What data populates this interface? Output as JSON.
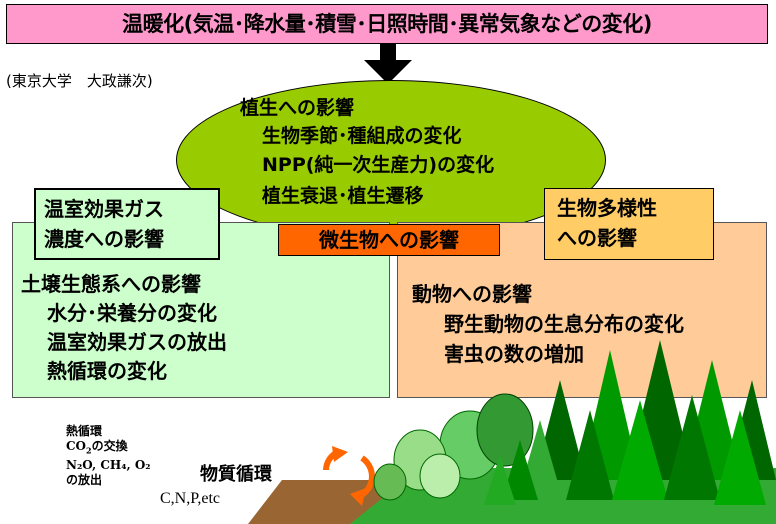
{
  "title": "温暖化(気温･降水量･積雪･日照時間･異常気象などの変化)",
  "author": "(東京大学　大政謙次)",
  "vegetation": {
    "heading": "植生への影響",
    "items": [
      "生物季節･種組成の変化",
      "NPP(純一次生産力)の変化",
      "植生衰退･植生遷移"
    ]
  },
  "ghg_tag": [
    "温室効果ガス",
    "濃度への影響"
  ],
  "biodiversity_tag": [
    "生物多様性",
    "への影響"
  ],
  "microbe_tag": "微生物への影響",
  "soil": {
    "heading": "土壌生態系への影響",
    "items": [
      "水分･栄養分の変化",
      "温室効果ガスの放出",
      "熱循環の変化"
    ]
  },
  "animals": {
    "heading": "動物への影響",
    "items": [
      "野生動物の生息分布の変化",
      "害虫の数の増加"
    ]
  },
  "exchange": {
    "line1": "熱循環",
    "line2_pre": "CO",
    "line2_sub": "2",
    "line2_post": "の交換",
    "line3": "N₂O, CH₄, O₂",
    "line4": "の放出"
  },
  "cycle_label": "物質循環",
  "elements_label": "C,N,P,etc",
  "colors": {
    "title_bg": "#ff99cc",
    "ellipse": "#99cc00",
    "soil_box": "#ccffcc",
    "animal_box": "#ffcc99",
    "biodiversity_tag": "#ffcc66",
    "microbe_tag": "#ff6600",
    "forest": "#009900",
    "soil_ground": "#996633",
    "cycle_arrow": "#ff6600"
  }
}
